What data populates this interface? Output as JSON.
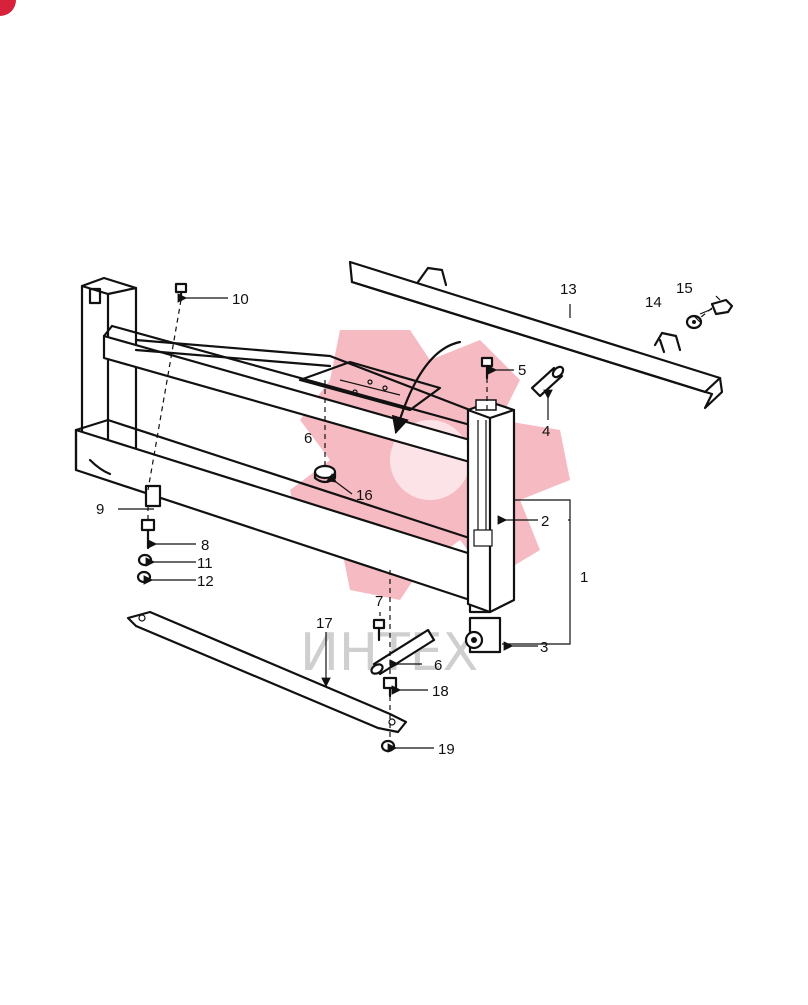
{
  "badge": {
    "color": "#d6223a"
  },
  "watermark": {
    "text": "ИНТЕХ",
    "logo_color": "#f3a3ae"
  },
  "callouts": [
    "1",
    "2",
    "3",
    "4",
    "5",
    "6",
    "6",
    "7",
    "8",
    "9",
    "10",
    "11",
    "12",
    "13",
    "14",
    "15",
    "16",
    "17",
    "18",
    "19"
  ]
}
